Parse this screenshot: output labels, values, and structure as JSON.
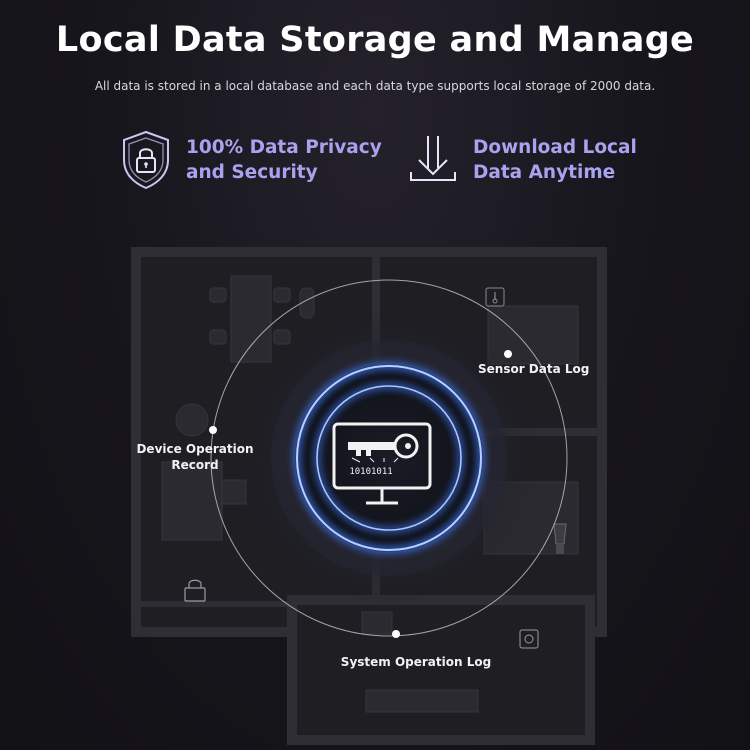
{
  "header": {
    "title": "Local Data Storage and Manage",
    "subtitle": "All data is stored in a local database and each data type supports local storage of 2000 data."
  },
  "features": [
    {
      "icon": "shield-lock-icon",
      "label": "100% Data Privacy\nand Security"
    },
    {
      "icon": "download-icon",
      "label": "Download Local\nData Anytime"
    }
  ],
  "diagram": {
    "center_icon": "monitor-key-icon",
    "binary_text": "10101011",
    "labels": {
      "sensor": "Sensor Data Log",
      "device": "Device Operation\nRecord",
      "system": "System Operation Log"
    }
  },
  "colors": {
    "accent": "#a9a2ef",
    "glow": "#3f7cff",
    "floor": "#1c1c20",
    "wall": "#2b2b30"
  }
}
